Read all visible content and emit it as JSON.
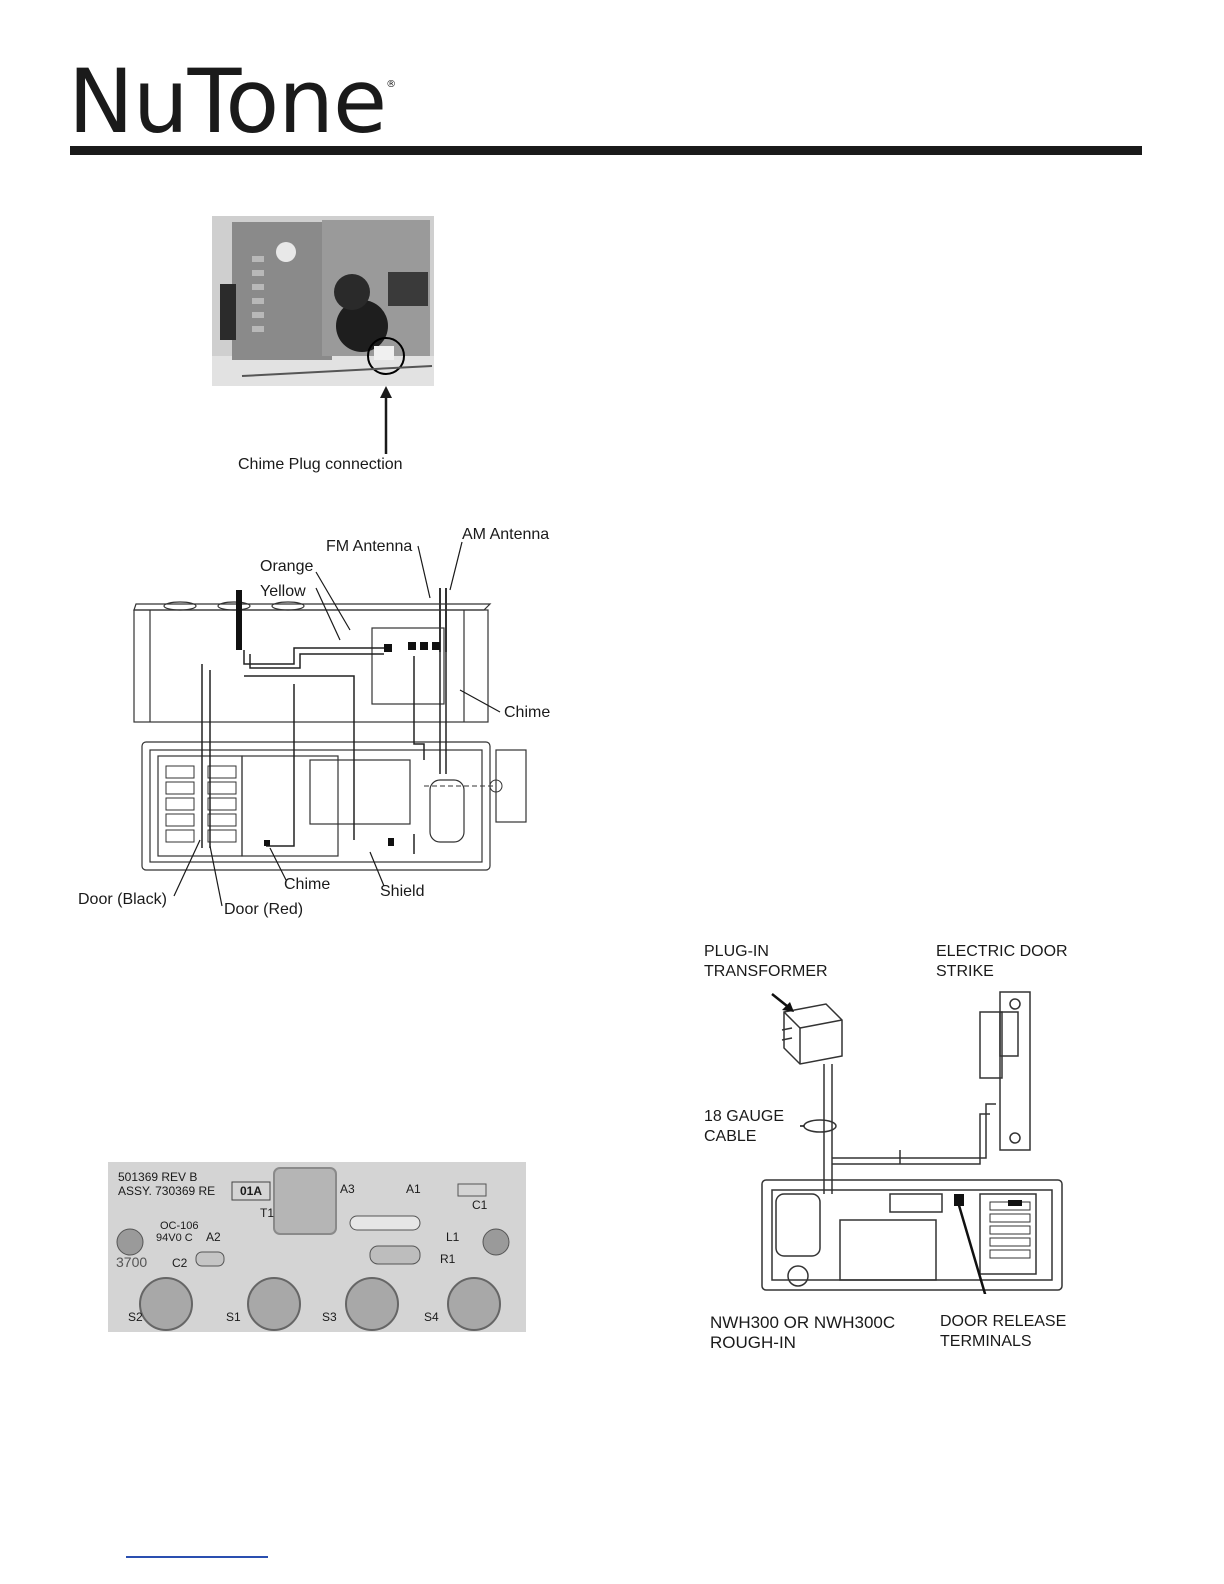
{
  "brand": {
    "logo_text": "NuTone",
    "registered_mark": "®"
  },
  "figure_chime_plug": {
    "caption": "Chime Plug connection"
  },
  "figure_wiring": {
    "labels": {
      "fm_antenna": "FM Antenna",
      "am_antenna": "AM Antenna",
      "orange": "Orange",
      "yellow": "Yellow",
      "chime_top": "Chime",
      "chime_bottom": "Chime",
      "shield": "Shield",
      "door_black": "Door (Black)",
      "door_red": "Door (Red)"
    }
  },
  "figure_board": {
    "labels": {
      "part_no": "501369 REV B",
      "assy": "ASSY. 730369 RE",
      "rev": "01A",
      "t1": "T1",
      "a3": "A3",
      "a1": "A1",
      "c1": "C1",
      "oc": "OC-106",
      "rating": "94V0 C",
      "a2": "A2",
      "c2": "C2",
      "l1": "L1",
      "r1": "R1",
      "serial": "3700",
      "s2": "S2",
      "s1": "S1",
      "s3": "S3",
      "s4": "S4"
    }
  },
  "figure_door_strike": {
    "plug_in_transformer": [
      "PLUG-IN",
      "TRANSFORMER"
    ],
    "electric_door_strike": [
      "ELECTRIC DOOR",
      "STRIKE"
    ],
    "gauge_cable": [
      "18 GAUGE",
      "CABLE"
    ],
    "rough_in": [
      "NWH300 OR NWH300C",
      "ROUGH-IN"
    ],
    "door_release": [
      "DOOR RELEASE",
      "TERMINALS"
    ]
  }
}
